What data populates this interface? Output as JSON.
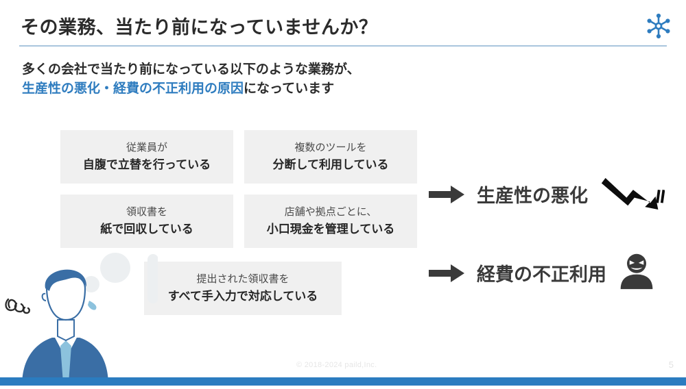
{
  "header": {
    "title": "その業務、当たり前になっていませんか？",
    "logo_icon": "snowflake-logo-icon",
    "rule_color": "#a9c5dd"
  },
  "subtitle": {
    "line1": "多くの会社で当たり前になっている以下のような業務が、",
    "line2_accent": "生産性の悪化・経費の不正利用の原因",
    "line2_tail": "になっています",
    "accent_color": "#2e7cbf"
  },
  "problems": [
    {
      "top": "従業員が",
      "main": "自腹で立替を行っている"
    },
    {
      "top": "複数のツールを",
      "main": "分断して利用している"
    },
    {
      "top": "領収書を",
      "main": "紙で回収している"
    },
    {
      "top": "店舗や拠点ごとに、",
      "main": "小口現金を管理している"
    },
    {
      "top": "提出された領収書を",
      "main": "すべて手入力で対応している"
    }
  ],
  "outcomes": [
    {
      "arrow_icon": "right-arrow-icon",
      "label": "生産性の悪化",
      "glyph_icon": "declining-trend-arrow-icon"
    },
    {
      "arrow_icon": "right-arrow-icon",
      "label": "経費の不正利用",
      "glyph_icon": "thief-person-icon"
    }
  ],
  "illustration": {
    "icon": "troubled-businessman-illustration",
    "suit_color": "#3a6ea5",
    "tie_color": "#8cc2dd"
  },
  "footer": {
    "copyright": "© 2018-2024  paild,Inc.",
    "page_number": "5",
    "bar_color": "#2b7cc0"
  }
}
